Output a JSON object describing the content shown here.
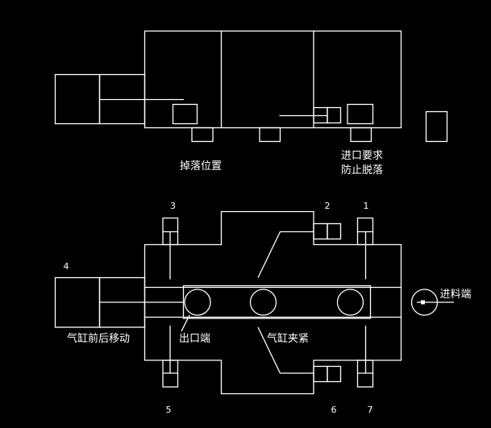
{
  "colors": {
    "background": "#000000",
    "stroke": "#ffffff"
  },
  "top_view": {
    "drop_position_label": "掉落位置",
    "inlet_requirement_label": "进口要求",
    "prevent_detach_label": "防止脱落"
  },
  "bottom_view": {
    "numbers": {
      "n1": "1",
      "n2": "2",
      "n3": "3",
      "n4": "4",
      "n5": "5",
      "n6": "6",
      "n7": "7"
    },
    "cylinder_move_label": "气缸前后移动",
    "outlet_label": "出口端",
    "cylinder_clamp_label": "气缸夹紧",
    "feed_label": "进料端"
  }
}
